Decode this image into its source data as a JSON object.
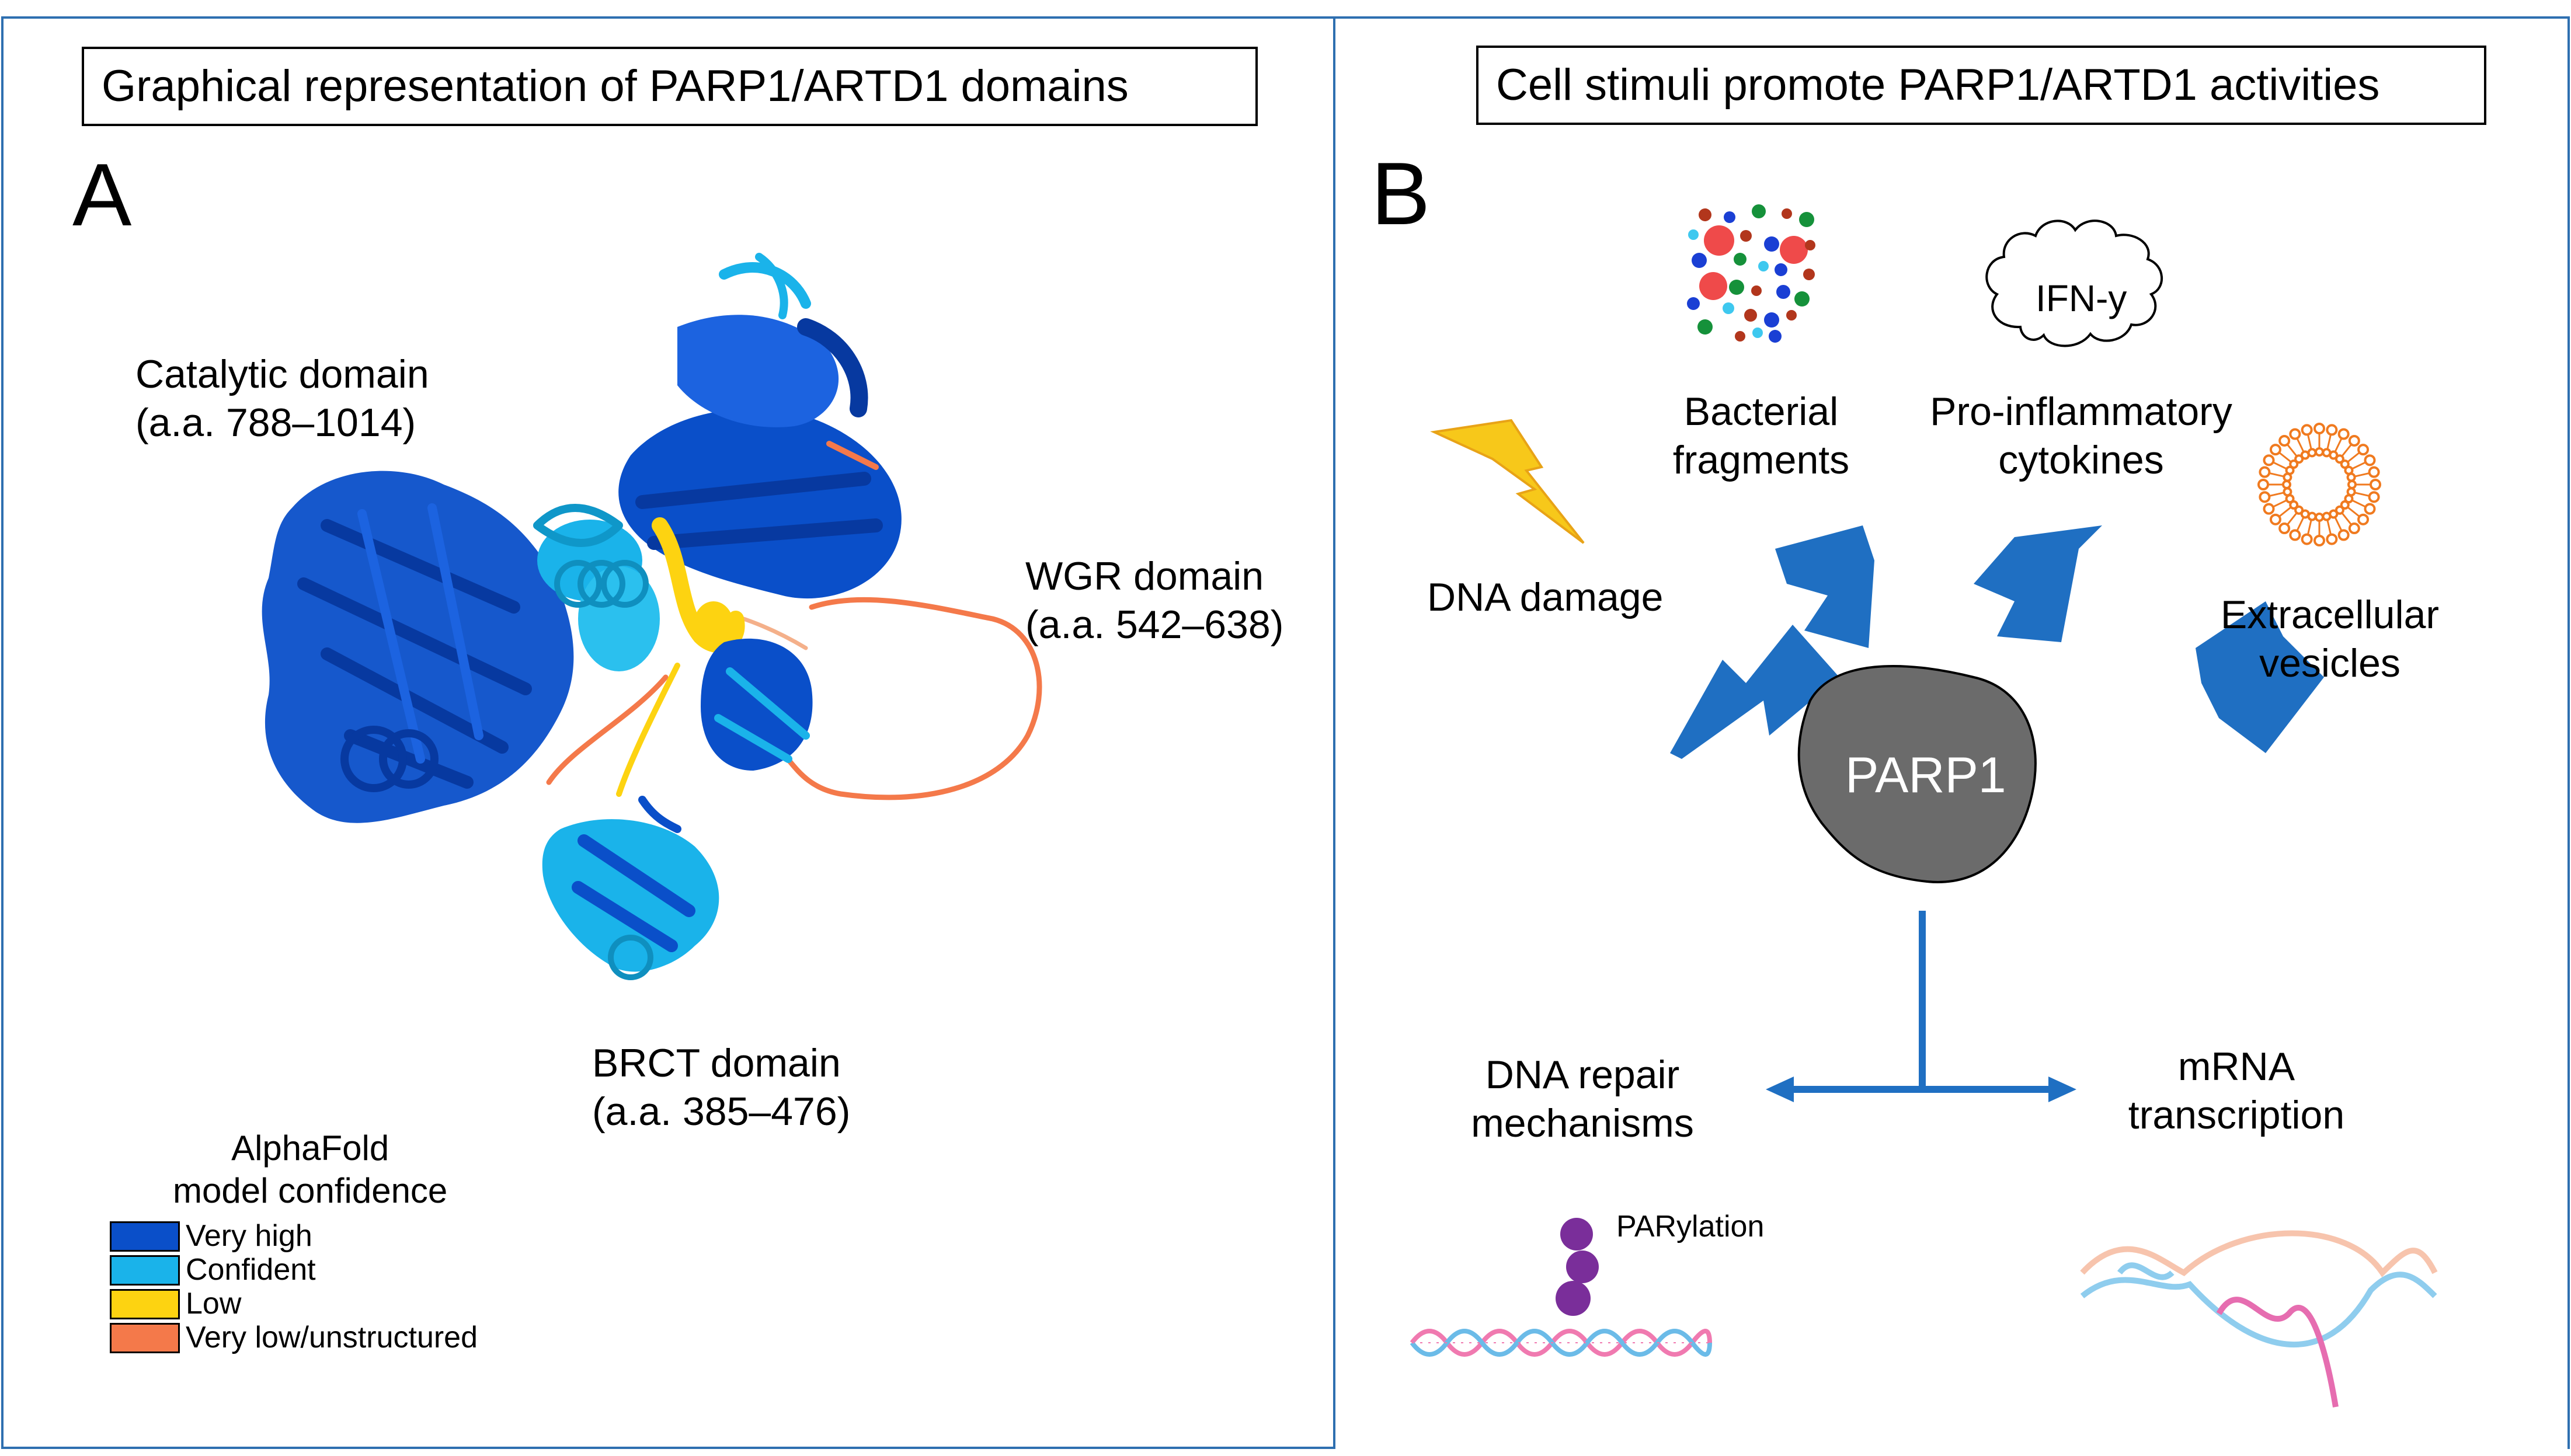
{
  "panel_a": {
    "title": "Graphical representation of PARP1/ARTD1 domains",
    "letter": "A",
    "domains": {
      "catalytic": [
        "Catalytic domain",
        "(a.a. 788–1014)"
      ],
      "wgr": [
        "WGR domain",
        "(a.a. 542–638)"
      ],
      "brct": [
        "BRCT domain",
        "(a.a. 385–476)"
      ]
    },
    "legend": {
      "title": [
        "AlphaFold",
        "model confidence"
      ],
      "items": [
        {
          "label": "Very high",
          "color": "#0a4fc9"
        },
        {
          "label": "Confident",
          "color": "#1ab3ea"
        },
        {
          "label": "Low",
          "color": "#fdd311"
        },
        {
          "label": "Very low/unstructured",
          "color": "#f4794a"
        }
      ]
    }
  },
  "panel_b": {
    "title": "Cell stimuli promote PARP1/ARTD1 activities",
    "letter": "B",
    "stimuli": {
      "dna_damage": "DNA damage",
      "bacterial": [
        "Bacterial",
        "fragments"
      ],
      "ifn": "IFN-y",
      "cytokines": [
        "Pro-inflammatory",
        "cytokines"
      ],
      "vesicles": [
        "Extracellular",
        "vesicles"
      ]
    },
    "center": "PARP1",
    "outcomes": {
      "repair": [
        "DNA repair",
        "mechanisms"
      ],
      "mrna": [
        "mRNA",
        "transcription"
      ],
      "parylation": "PARylation"
    },
    "colors": {
      "arrow": "#1f6fc2",
      "frame": "#2e6fb0",
      "parp": "#6b6b6b",
      "lightning": "#f7c81a",
      "vesicle": "#f07a1f",
      "parylation": "#7a2e9a",
      "dna_pink": "#f07ab0",
      "dna_blue": "#6bbbe8"
    }
  }
}
